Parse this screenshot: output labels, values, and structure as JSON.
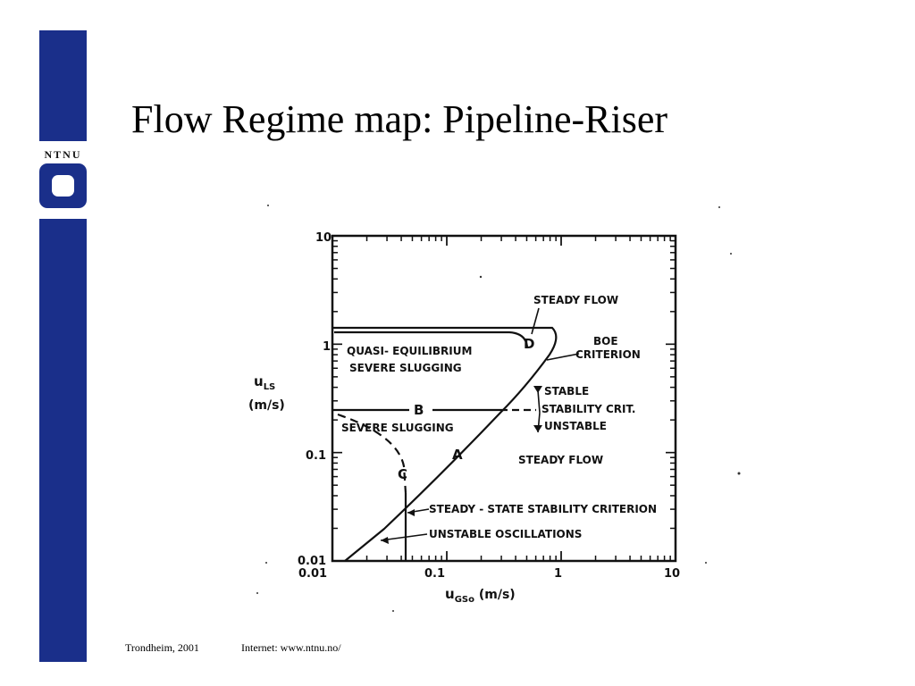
{
  "slide": {
    "title": "Flow Regime map: Pipeline-Riser",
    "brand_text": "NTNU",
    "brand_color": "#1a2f8a"
  },
  "footer": {
    "left": "Trondheim, 2001",
    "right": "Internet: www.ntnu.no/"
  },
  "figure": {
    "x_axis": {
      "label_main": "u",
      "label_sub": "GSo",
      "label_unit": " (m/s)",
      "scale": "log",
      "range": [
        0.01,
        10
      ],
      "ticks": [
        "0.01",
        "0.1",
        "1",
        "10"
      ]
    },
    "y_axis": {
      "label_main": "u",
      "label_sub": "LS",
      "label_unit": "(m/s)",
      "scale": "log",
      "range": [
        0.01,
        10
      ],
      "ticks": [
        "0.01",
        "0.1",
        "1",
        "10"
      ]
    },
    "regions": {
      "quasi_line1": "QUASI- EQUILIBRIUM",
      "quasi_line2": "SEVERE  SLUGGING",
      "severe": "SEVERE  SLUGGING",
      "steady_flow": "STEADY  FLOW"
    },
    "annotations": {
      "steady_flow_top": "STEADY  FLOW",
      "boe_1": "BOE",
      "boe_2": "CRITERION",
      "stable": "STABLE",
      "stability_crit": "STABILITY  CRIT.",
      "unstable": "UNSTABLE",
      "steady_state": "STEADY - STATE  STABILITY  CRITERION",
      "unstable_osc": "UNSTABLE  OSCILLATIONS"
    },
    "curves": {
      "a": "A",
      "b": "B",
      "c": "C",
      "d": "D"
    }
  }
}
